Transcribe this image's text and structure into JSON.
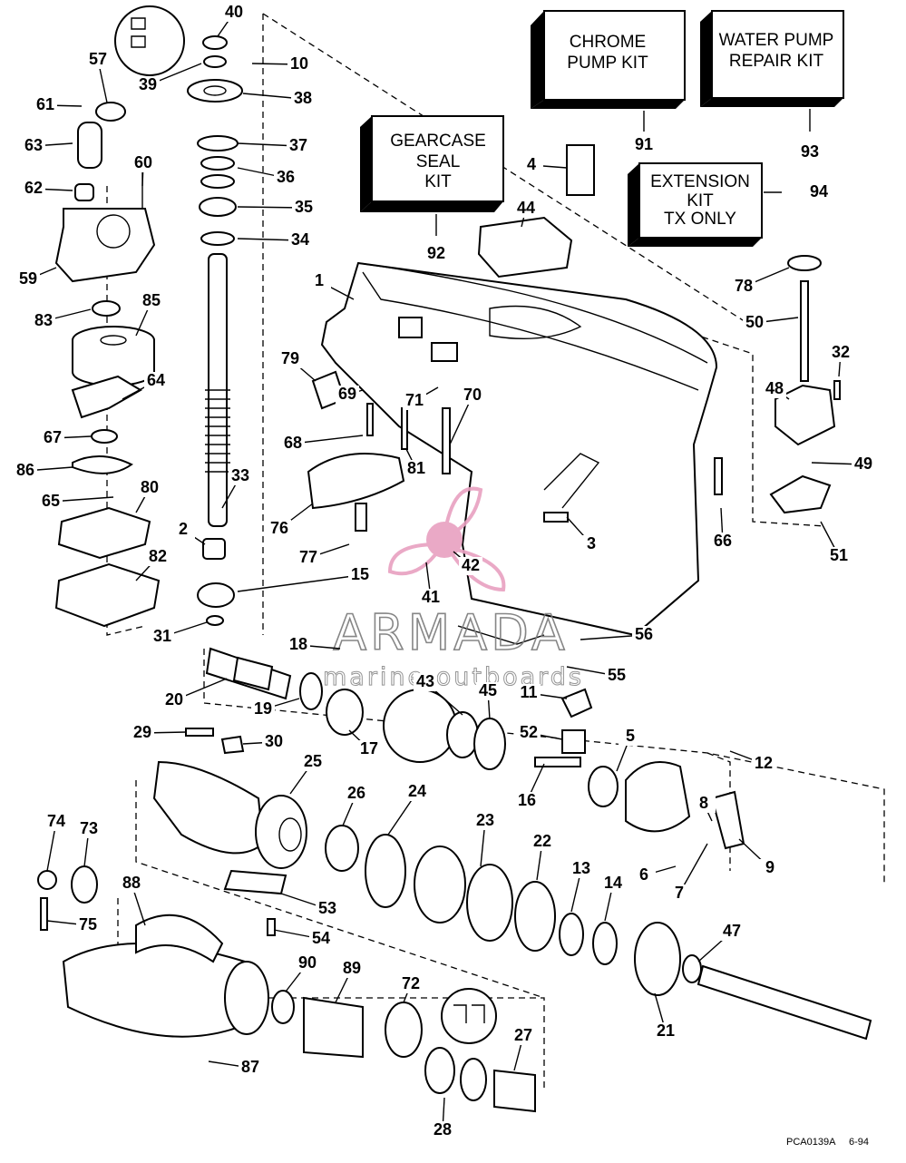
{
  "kits": [
    {
      "id": "chrome",
      "lines": [
        "CHROME",
        "PUMP KIT"
      ],
      "callout": "91"
    },
    {
      "id": "water",
      "lines": [
        "WATER PUMP",
        "REPAIR KIT"
      ],
      "callout": "93"
    },
    {
      "id": "gearcase",
      "lines": [
        "GEARCASE",
        "SEAL",
        "KIT"
      ],
      "callout": "92"
    },
    {
      "id": "extension",
      "lines": [
        "EXTENSION",
        "KIT",
        "TX ONLY"
      ],
      "callout": "94"
    }
  ],
  "callouts": [
    "40",
    "39",
    "10",
    "57",
    "61",
    "38",
    "63",
    "37",
    "36",
    "62",
    "60",
    "35",
    "34",
    "59",
    "1",
    "83",
    "85",
    "64",
    "67",
    "86",
    "65",
    "80",
    "82",
    "2",
    "31",
    "15",
    "79",
    "69",
    "68",
    "71",
    "70",
    "81",
    "76",
    "77",
    "33",
    "4",
    "44",
    "78",
    "50",
    "32",
    "48",
    "49",
    "51",
    "66",
    "3",
    "42",
    "41",
    "56",
    "55",
    "18",
    "20",
    "19",
    "17",
    "43",
    "45",
    "11",
    "52",
    "29",
    "30",
    "25",
    "26",
    "24",
    "23",
    "22",
    "13",
    "14",
    "16",
    "5",
    "12",
    "8",
    "9",
    "6",
    "7",
    "74",
    "73",
    "75",
    "88",
    "53",
    "54",
    "90",
    "89",
    "72",
    "87",
    "28",
    "27",
    "21",
    "47"
  ],
  "watermark": {
    "brand": "ARMADA",
    "tagline": "marine outboards"
  },
  "footer": {
    "code": "PCA0139A",
    "date": "6-94"
  },
  "colors": {
    "ink": "#000000",
    "logo_pink": "#e8a0c0",
    "watermark_gray": "#7a7a7a"
  }
}
